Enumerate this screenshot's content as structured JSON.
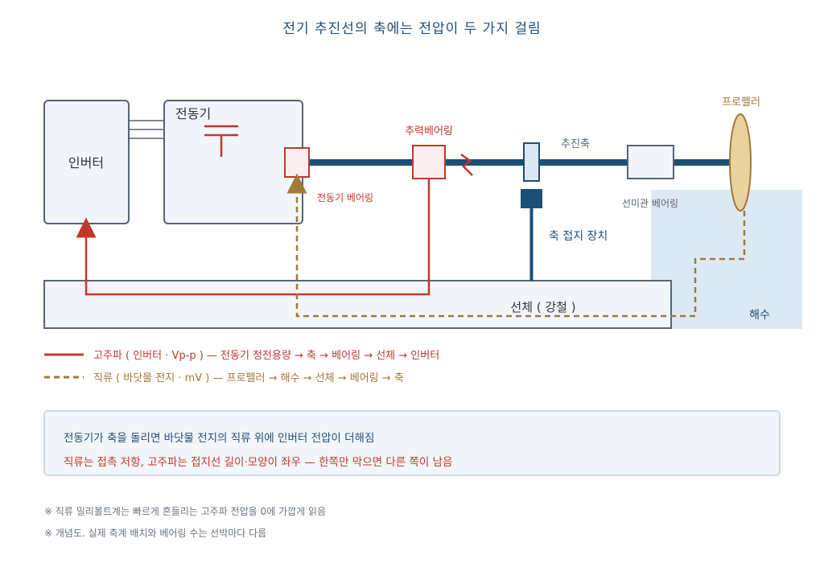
{
  "title": "전기 추진선의 축에는 전압이 두 가지 걸림",
  "labels": {
    "inverter": "인버터",
    "motor": "전동기",
    "thrust_bearing": "추력베어링",
    "propulsion_shaft": "추진축",
    "propeller": "프로펠러",
    "motor_bearing": "전동기 베어링",
    "stern_tube_bearing": "선미관 베어링",
    "shaft_grounding": "축 접지 장치",
    "hull": "선체 ( 강철 )",
    "seawater": "해수"
  },
  "legend": {
    "hf_text": "고주파 ( 인버터 · Vp-p ) — 전동기 정전용량 → 축 → 베어링 → 선체 → 인버터",
    "dc_text": "직류 ( 바닷물 전지 · mV ) — 프로펠러 → 해수 → 선체 → 베어링 → 축"
  },
  "info_box": {
    "line1": "전동기가 축을 돌리면 바닷물 전지의 직류 위에 인버터 전압이 더해짐",
    "line2": "직류는 접촉 저항, 고주파는 접지선 길이·모양이 좌우 — 한쪽만 막으면 다른 쪽이 남음"
  },
  "notes": [
    "※ 직류 밀리볼트계는 빠르게 흔들리는 고주파 전압을 0에 가깝게 읽음",
    "※ 개념도. 실제 축계 배치와 베어링 수는 선박마다 다름"
  ],
  "colors": {
    "title": "#1f4e79",
    "hf": "#c0392b",
    "dc": "#a07a3a",
    "shaft": "#1a4f78",
    "box_stroke": "#5a6472",
    "box_fill": "#f2f5f9",
    "seawater": "#dde9f2",
    "propeller_fill": "#e8d29e"
  }
}
